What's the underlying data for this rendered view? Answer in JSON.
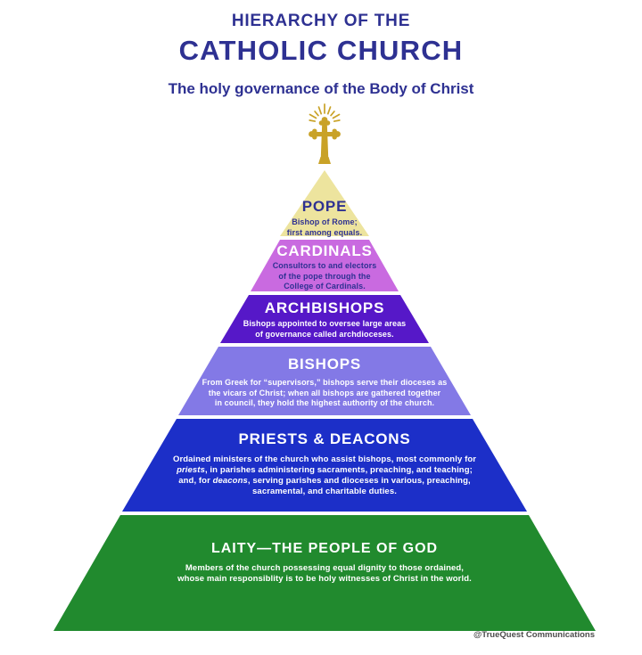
{
  "header": {
    "kicker": "HIERARCHY OF THE",
    "title": "CATHOLIC CHURCH",
    "subtitle": "The holy governance of the Body of Christ",
    "text_color": "#2E3192"
  },
  "cross": {
    "icon": "radiant-budded-cross-icon",
    "color": "#C9A227"
  },
  "pyramid": {
    "levels": [
      {
        "rank": 1,
        "title": "POPE",
        "description": "Bishop of Rome;\nfirst among equals.",
        "color": "#EDE49E",
        "title_color": "#2E3192",
        "text_color": "#2E3192"
      },
      {
        "rank": 2,
        "title": "CARDINALS",
        "description": "Consultors to and electors\nof the pope through the\nCollege of Cardinals.",
        "color": "#C96AE0",
        "title_color": "#FFFFFF",
        "text_color": "#2E3192"
      },
      {
        "rank": 3,
        "title": "ARCHBISHOPS",
        "description": "Bishops appointed to oversee large areas\nof governance called archdioceses.",
        "color": "#5618C8",
        "title_color": "#FFFFFF",
        "text_color": "#FFFFFF"
      },
      {
        "rank": 4,
        "title": "BISHOPS",
        "description": "From Greek for “supervisors,” bishops serve their dioceses as\nthe vicars of Christ; when all bishops are gathered together\nin council, they hold the highest authority of the church.",
        "color": "#8379E6",
        "title_color": "#FFFFFF",
        "text_color": "#FFFFFF"
      },
      {
        "rank": 5,
        "title": "PRIESTS & DEACONS",
        "description_parts": {
          "p1": "Ordained ministers of the church who assist bishops, most commonly for\n",
          "em1": "priests",
          "p2": ", in parishes administering sacraments, preaching, and teaching;\nand, for ",
          "em2": "deacons",
          "p3": ", serving parishes and dioceses in various, preaching,\nsacramental, and charitable duties."
        },
        "color": "#1C2FC8",
        "title_color": "#FFFFFF",
        "text_color": "#FFFFFF"
      },
      {
        "rank": 6,
        "title": "LAITY—THE PEOPLE OF GOD",
        "description": "Members of the church possessing equal dignity to those ordained,\nwhose main responsiblity is to be holy witnesses of Christ in the world.",
        "color": "#218A2E",
        "title_color": "#FFFFFF",
        "text_color": "#FFFFFF"
      }
    ]
  },
  "footer": {
    "credit": "@TrueQuest Communications",
    "color": "#4D4D4D"
  }
}
